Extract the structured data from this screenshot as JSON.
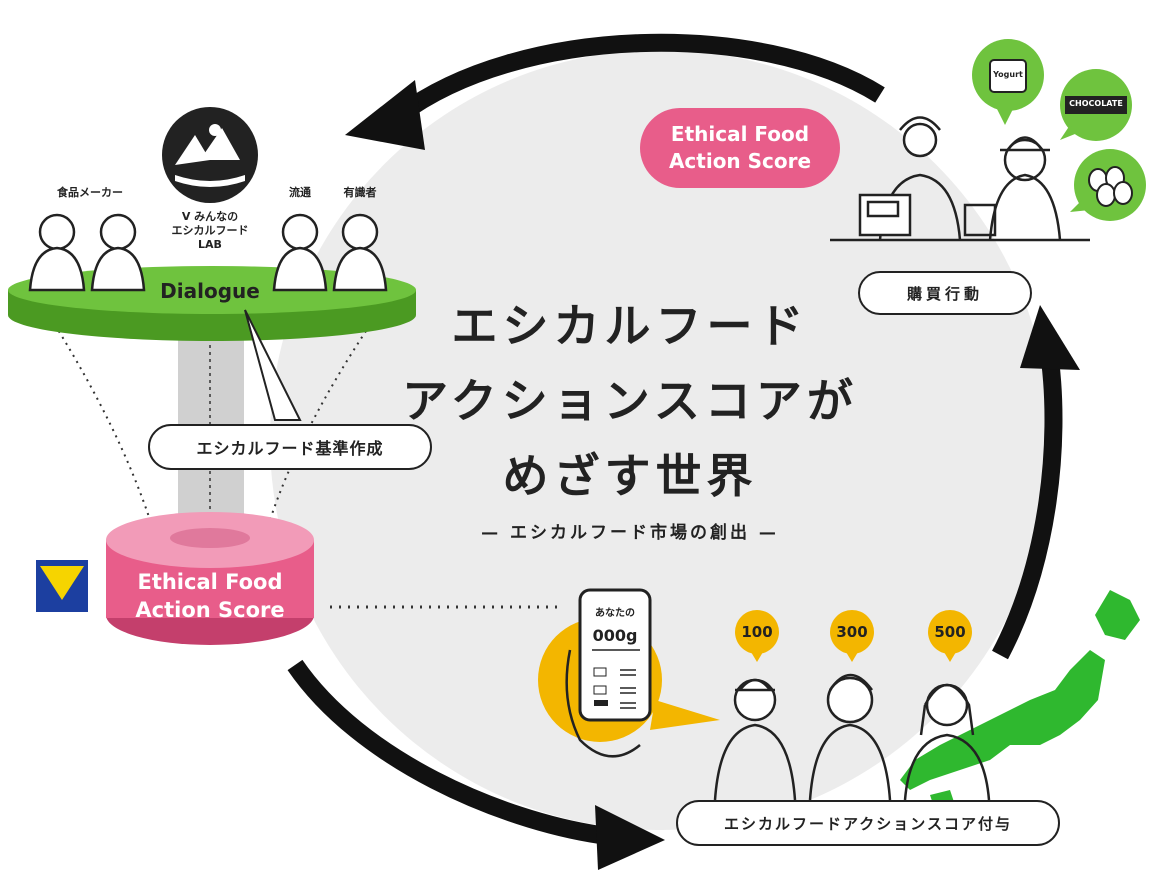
{
  "main_title": {
    "line1": "エシカルフード",
    "line2": "アクションスコアが",
    "line3": "めざす世界",
    "subtitle": "— エシカルフード市場の創出 —"
  },
  "dialogue": {
    "platform_label": "Dialogue",
    "group_left": "食品メーカー",
    "group_center": "V みんなの\nエシカルフード\nLAB",
    "group_right_1": "流通",
    "group_right_2": "有識者"
  },
  "criteria_label": "エシカルフード基準作成",
  "score_box": {
    "line1": "Ethical Food",
    "line2": "Action Score"
  },
  "top_right_badge": {
    "line1": "Ethical Food",
    "line2": "Action Score"
  },
  "purchase_label": "購買行動",
  "grant_label": "エシカルフードアクションスコア付与",
  "phone": {
    "header": "あなたの",
    "value": "000g"
  },
  "points": [
    "100",
    "300",
    "500"
  ],
  "bubbles": {
    "yogurt": "Yogurt",
    "chocolate": "CHOCOLATE"
  },
  "colors": {
    "pink": "#e85d8a",
    "green": "#6fc33e",
    "yellow": "#f3b600",
    "japan_green": "#2fb82f",
    "circle_gray": "#ececec"
  }
}
